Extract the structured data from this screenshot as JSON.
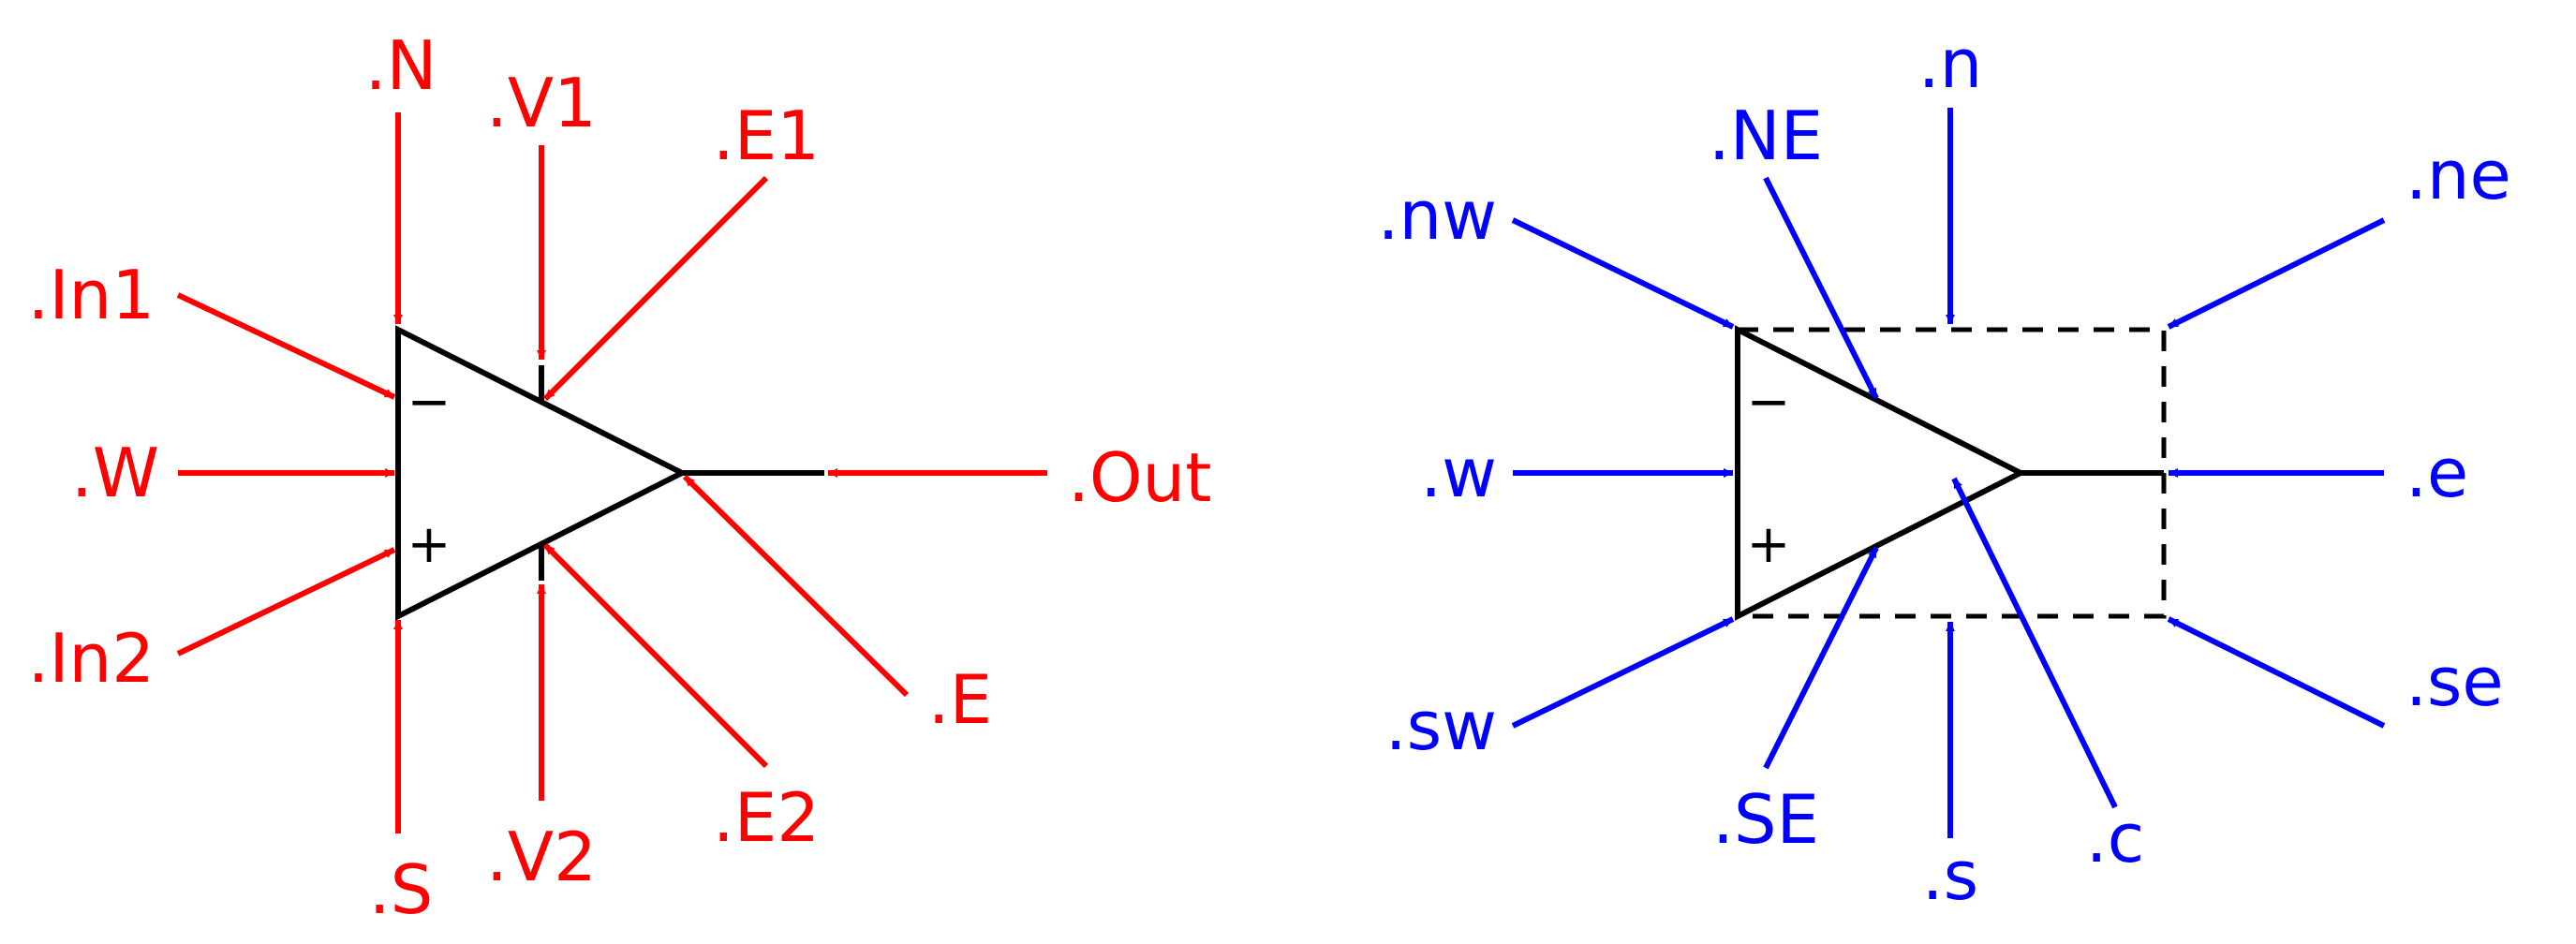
{
  "colors": {
    "left_labels": "#ff0000",
    "right_labels": "#0000ff",
    "body": "#000000"
  },
  "symbols": {
    "minus": "−",
    "plus": "+"
  },
  "left": {
    "labels": {
      "N": ".N",
      "V1": ".V1",
      "E1": ".E1",
      "In1": ".In1",
      "W": ".W",
      "Out": ".Out",
      "In2": ".In2",
      "E": ".E",
      "S": ".S",
      "V2": ".V2",
      "E2": ".E2"
    }
  },
  "right": {
    "labels": {
      "n": ".n",
      "NE": ".NE",
      "nw": ".nw",
      "ne": ".ne",
      "w": ".w",
      "e": ".e",
      "sw": ".sw",
      "se": ".se",
      "SE": ".SE",
      "s": ".s",
      "c": ".c"
    }
  }
}
